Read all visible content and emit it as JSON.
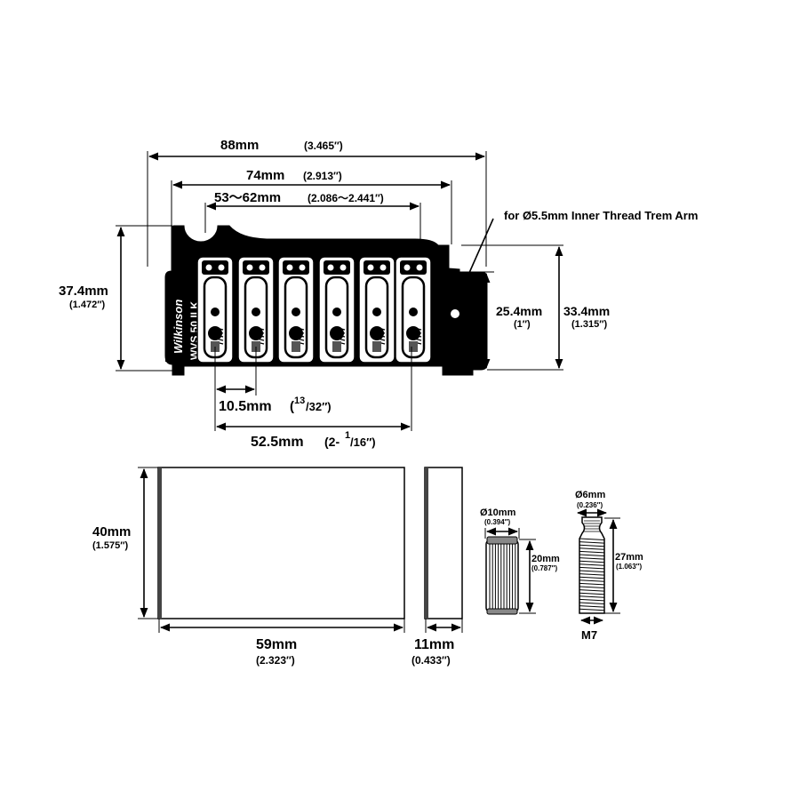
{
  "bridge": {
    "overall_width": "88mm",
    "overall_width_in": "(3.465″)",
    "post_spacing": "74mm",
    "post_spacing_in": "(2.913″)",
    "intonation_range": "53～62mm",
    "intonation_range_in": "(2.086～2.441″)",
    "trem_arm_note": "for Ø5.5mm Inner Thread Trem Arm",
    "height_total": "37.4mm",
    "height_total_in": "(1.472″)",
    "height_inner": "25.4mm",
    "height_inner_in": "(1″)",
    "height_plate": "33.4mm",
    "height_plate_in": "(1.315″)",
    "saddle_spacing": "10.5mm",
    "saddle_spacing_in_num": "13",
    "saddle_spacing_in_den": "/32″)",
    "string_spread": "52.5mm",
    "string_spread_in_a": "(2-",
    "string_spread_in_num": "1",
    "string_spread_in_den": "/16″)",
    "brand_logo": "Wilkinson",
    "model": "WVS 50 II K"
  },
  "block": {
    "height": "40mm",
    "height_in": "(1.575″)",
    "width": "59mm",
    "width_in": "(2.323″)",
    "depth": "11mm",
    "depth_in": "(0.433″)"
  },
  "bushing": {
    "diameter": "Ø10mm",
    "diameter_in": "(0.394″)",
    "length": "20mm",
    "length_in": "(0.787″)"
  },
  "stud": {
    "diameter": "Ø6mm",
    "diameter_in": "(0.236″)",
    "length": "27mm",
    "length_in": "(1.063″)",
    "thread": "M7"
  }
}
